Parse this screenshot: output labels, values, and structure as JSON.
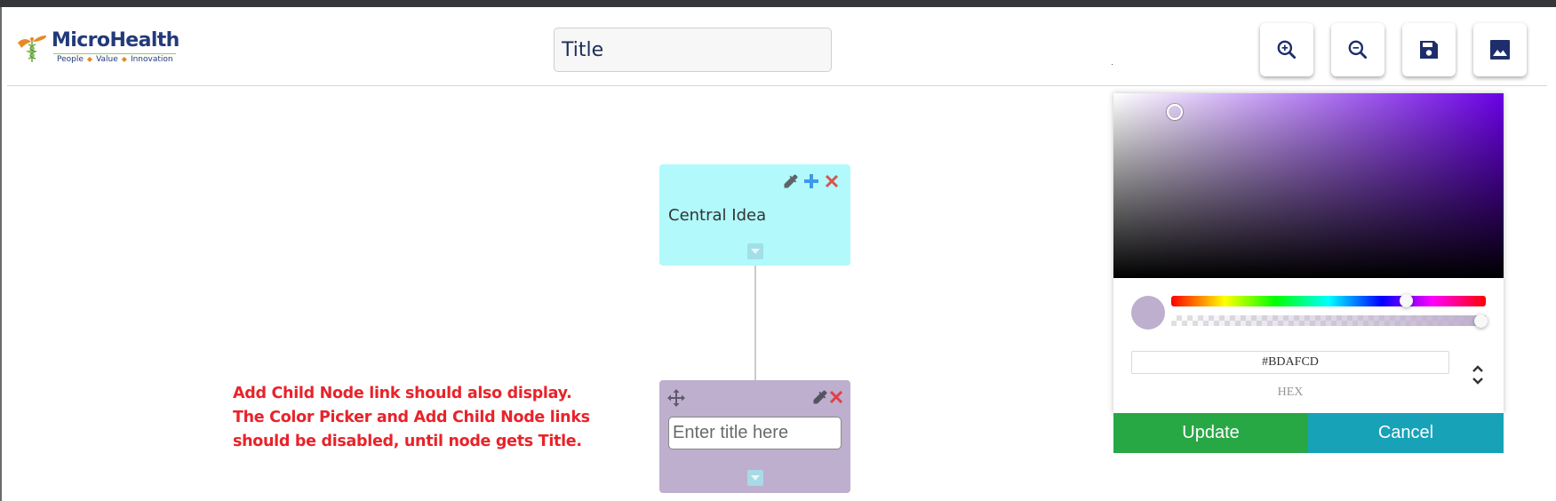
{
  "app": {
    "logo": {
      "name": "MicroHealth",
      "tagline": [
        "People",
        "Value",
        "Innovation"
      ]
    }
  },
  "header": {
    "title_input": {
      "value": "Title",
      "placeholder": "Title"
    },
    "toolbar": [
      {
        "id": "zoom-in",
        "icon": "zoom-in-icon",
        "label": "Zoom in"
      },
      {
        "id": "zoom-out",
        "icon": "zoom-out-icon",
        "label": "Zoom out"
      },
      {
        "id": "save",
        "icon": "save-icon",
        "label": "Save"
      },
      {
        "id": "export-image",
        "icon": "image-icon",
        "label": "Export image"
      }
    ]
  },
  "mindmap": {
    "central_node": {
      "text": "Central Idea",
      "color": "#B1F9FB",
      "actions": [
        "color-picker",
        "add-child",
        "delete"
      ]
    },
    "child_node": {
      "input_value": "",
      "input_placeholder": "Enter title here",
      "color": "#BDAFCD",
      "actions": [
        "move",
        "color-picker",
        "delete"
      ]
    }
  },
  "annotation": {
    "lines": [
      "Add Child Node link should also display.",
      "The Color Picker and Add Child Node links",
      "should be disabled, until node gets Title."
    ],
    "color": "#E8232A"
  },
  "color_picker": {
    "hex_value": "#BDAFCD",
    "mode_label": "HEX",
    "swatch_color": "#BDAFCD",
    "hue_position_pct": 75,
    "alpha_position_pct": 100,
    "update_label": "Update",
    "cancel_label": "Cancel",
    "update_color": "#28A745",
    "cancel_color": "#17A2B8"
  }
}
